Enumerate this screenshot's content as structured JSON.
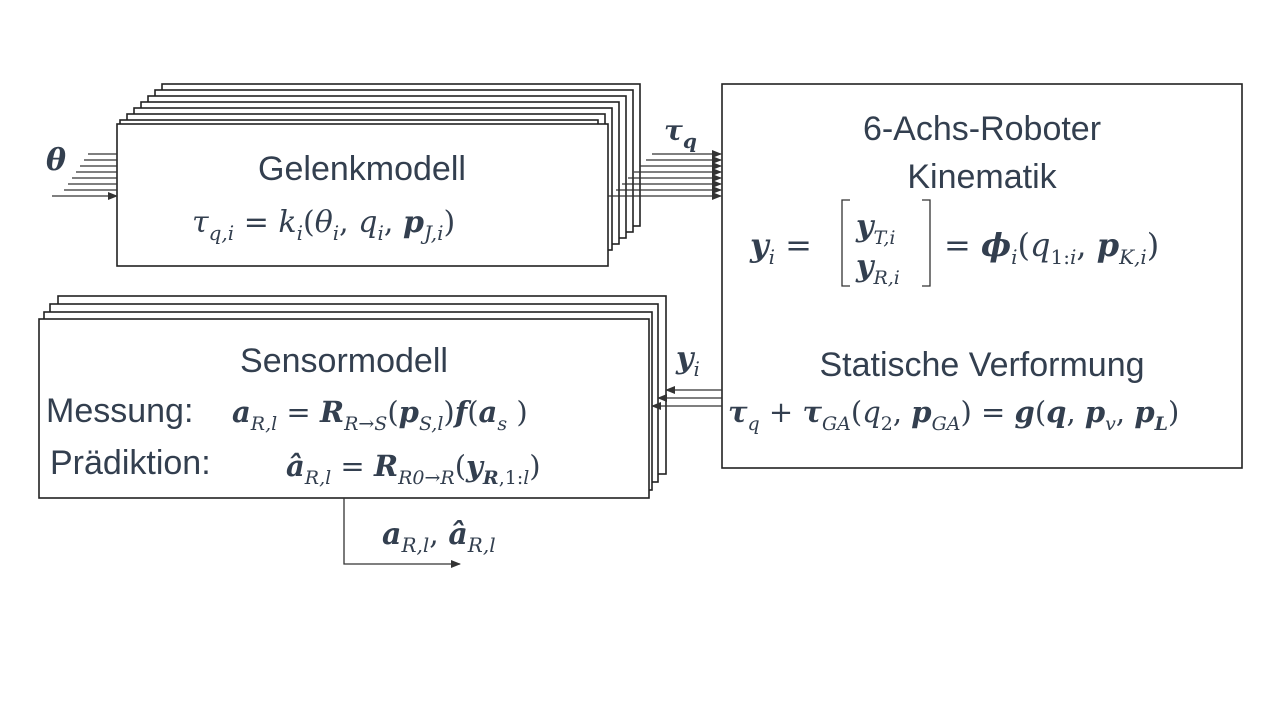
{
  "joint_model": {
    "title": "Gelenkmodell",
    "equation": "τq,i = ki(θi, qi, pJ,i)"
  },
  "robot": {
    "title_line1": "6-Achs-Roboter",
    "title_line2": "Kinematik",
    "kinematics_equation": "yi = [yT,i ; yR,i] = ϕi(q1:i, pK,i)",
    "deformation_title": "Statische Verformung",
    "deformation_equation": "τq + τGA(q2, pGA) = g(q, pv, pL)"
  },
  "sensor_model": {
    "title": "Sensormodell",
    "measurement_label": "Messung:",
    "measurement_equation": "aR,l = RR→S(pS,l) f(as )",
    "prediction_label": "Prädiktion:",
    "prediction_equation": "âR,l = RR0→R(yR,1:l)"
  },
  "signals": {
    "input_theta": "θ",
    "joint_torque": "τq",
    "robot_output": "yi",
    "sensor_output": "aR,l, âR,l"
  }
}
